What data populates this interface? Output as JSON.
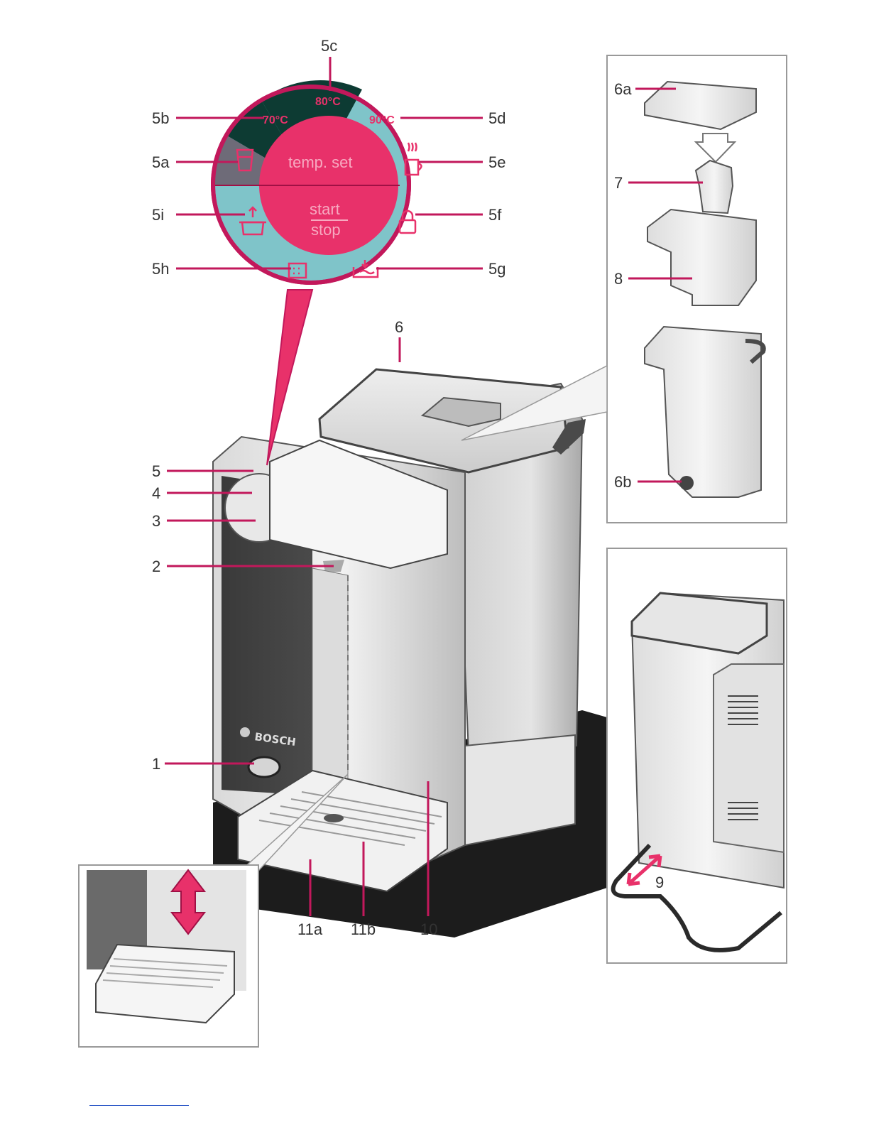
{
  "dial": {
    "temps": {
      "t70": "70°C",
      "t80": "80°C",
      "t90": "90°C"
    },
    "buttons": {
      "temp_set": "temp. set",
      "start": "start",
      "stop": "stop"
    }
  },
  "brand": "BOSCH",
  "callouts": {
    "c5c": "5c",
    "c5b": "5b",
    "c5a": "5a",
    "c5i": "5i",
    "c5h": "5h",
    "c5d": "5d",
    "c5e": "5e",
    "c5f": "5f",
    "c5g": "5g",
    "c6a": "6a",
    "c7": "7",
    "c8": "8",
    "c6b": "6b",
    "c9": "9",
    "c6": "6",
    "c5": "5",
    "c4": "4",
    "c3": "3",
    "c2": "2",
    "c1": "1",
    "c11a": "11a",
    "c11b": "11b",
    "c10": "10"
  },
  "colors": {
    "accent": "#c2185b",
    "dial_teal": "#7fc4c9",
    "dial_dark": "#0d3b33",
    "dial_pink": "#e8316a",
    "label_text": "#333333"
  }
}
